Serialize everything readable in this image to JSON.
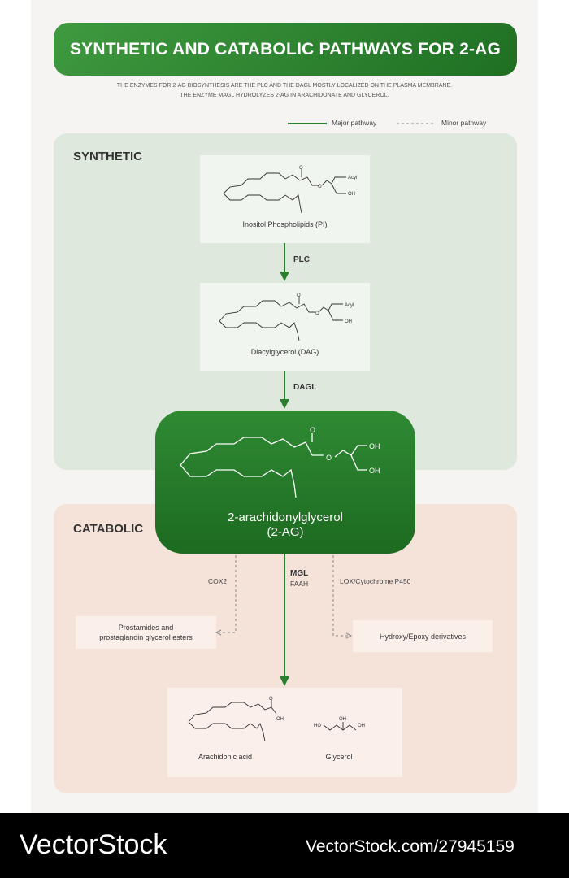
{
  "title": "SYNTHETIC AND CATABOLIC PATHWAYS FOR 2-AG",
  "subtitle_line1": "THE ENZYMES FOR 2-AG BIOSYNTHESIS ARE THE PLC AND THE DAGL MOSTLY LOCALIZED ON THE PLASMA MEMBRANE.",
  "subtitle_line2": "THE ENZYME MAGL HYDROLYZES 2-AG IN ARACHIDONATE AND GLYCEROL.",
  "legend": {
    "major": "Major pathway",
    "minor": "Minor pathway"
  },
  "sections": {
    "synthetic": "SYNTHETIC",
    "catabolic": "CATABOLIC"
  },
  "molecules": {
    "pi": "Inositol Phospholipids (PI)",
    "dag": "Diacylglycerol (DAG)",
    "twoag_line1": "2-arachidonylglycerol",
    "twoag_line2": "(2-AG)",
    "arachidonic": "Arachidonic acid",
    "glycerol": "Glycerol"
  },
  "atom_labels": {
    "acyl": "Acyl",
    "oh": "OH",
    "o": "O",
    "ho": "HO"
  },
  "enzymes": {
    "plc": "PLC",
    "dagl": "DAGL",
    "mgl": "MGL",
    "faah": "FAAH",
    "cox2": "COX2",
    "lox": "LOX/Cytochrome P450"
  },
  "products": {
    "prostamides_line1": "Prostamides and",
    "prostamides_line2": "prostaglandin glycerol esters",
    "hydroxy": "Hydroxy/Epoxy derivatives"
  },
  "watermark": {
    "brand": "VectorStock",
    "id": "VectorStock.com/27945159"
  },
  "colors": {
    "green": "#2a7f2e",
    "dark_green": "#1d6a21",
    "synthetic_bg": "#dfe8dc",
    "catabolic_bg": "#f5e3d9"
  }
}
